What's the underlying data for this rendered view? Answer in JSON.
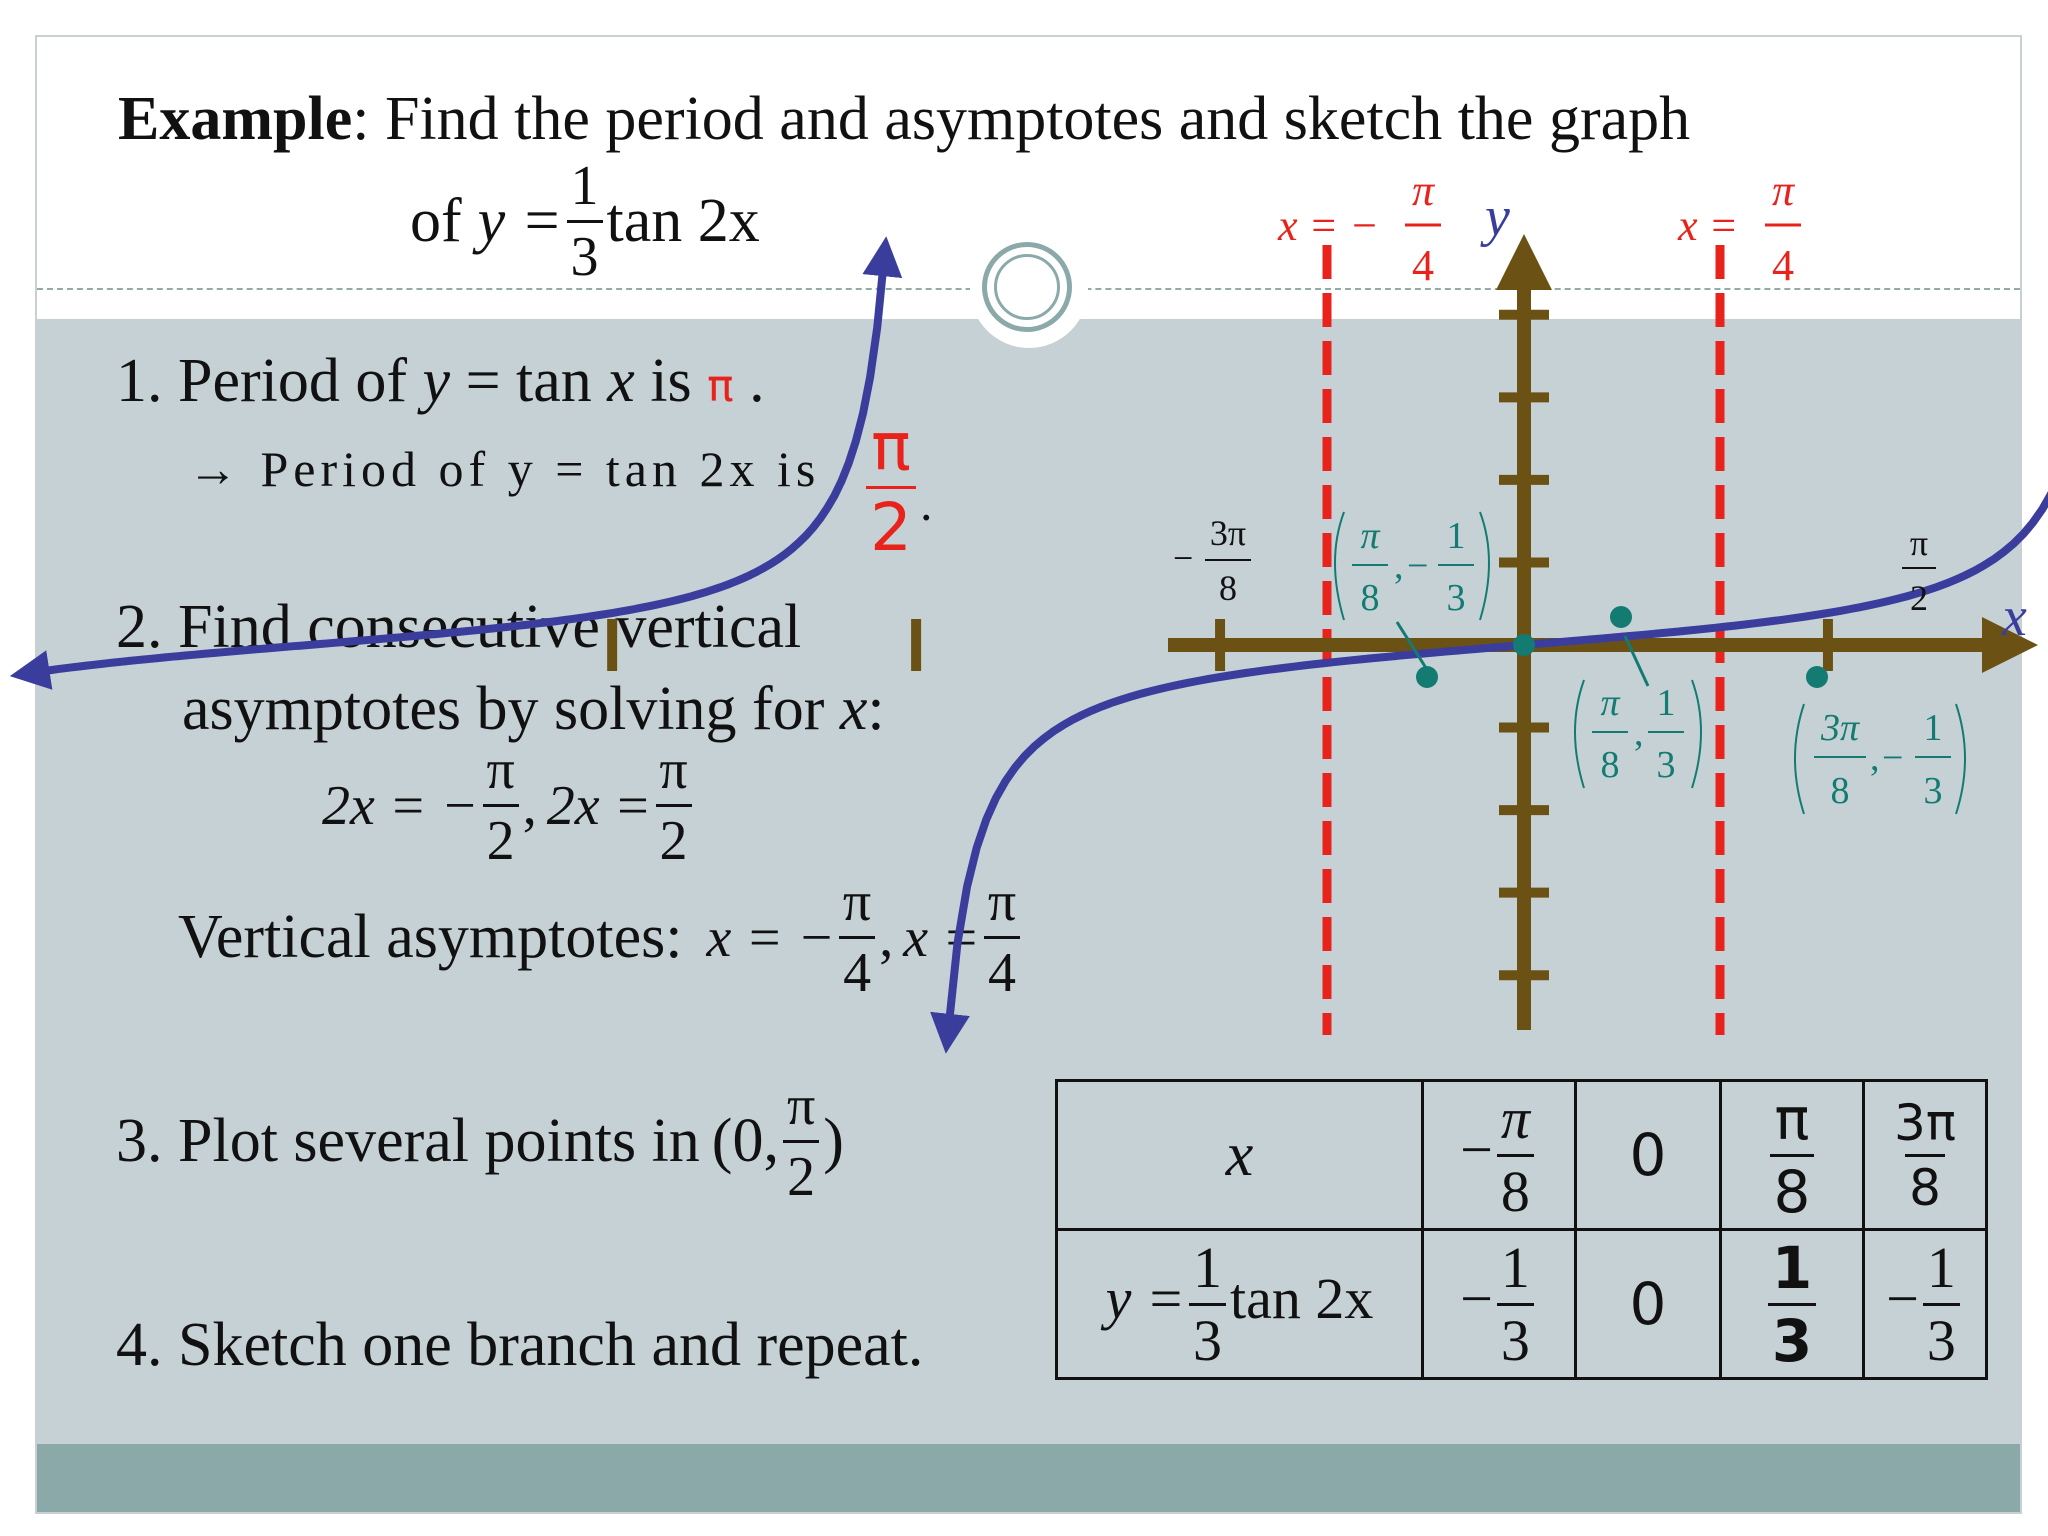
{
  "heading": {
    "bold": "Example",
    "rest": ": Find the period and asymptotes and sketch the graph",
    "of": "of",
    "eq_y": "y =",
    "eq_num": "1",
    "eq_den": "3",
    "eq_tail": "tan 2x"
  },
  "step1": {
    "text": "1. Period of",
    "y": "y",
    "mid": "= tan",
    "x": "x",
    "is": "is",
    "pi": "π",
    "dot": ".",
    "arrow_line": "→ Period of y = tan 2x is",
    "answer_num": "π",
    "answer_den": "2",
    "answer_dot": "."
  },
  "step2": {
    "line1": "2. Find consecutive vertical",
    "line2": "asymptotes by solving for",
    "line2_x": "x",
    "line2_colon": ":",
    "eq1_left": "2x = −",
    "eq_num": "π",
    "eq_den": "2",
    "eq_comma": ",",
    "eq2_left": "2x =",
    "asym_label": "Vertical asymptotes:",
    "asym_x1": "x = −",
    "asym_num": "π",
    "asym_den": "4",
    "asym_comma": ",",
    "asym_x2": "x ="
  },
  "step3": {
    "text": "3. Plot several points in",
    "open": "(0,",
    "num": "π",
    "den": "2",
    "close": ")"
  },
  "step4": {
    "text": "4. Sketch one branch and repeat."
  },
  "graph": {
    "asym_left_lhs": "x = −",
    "asym_right_lhs": "x =",
    "asym_num": "π",
    "asym_den": "4",
    "y_axis": "y",
    "x_axis": "x",
    "tick_left_sign": "−",
    "tick_left_num": "3π",
    "tick_left_den": "8",
    "tick_right_num": "π",
    "tick_right_den": "2",
    "pt1_num1": "π",
    "pt1_den1": "8",
    "pt1_sign": "−",
    "pt1_num2": "1",
    "pt1_den2": "3",
    "pt2_num1": "π",
    "pt2_den1": "8",
    "pt2_num2": "1",
    "pt2_den2": "3",
    "pt3_num1": "3π",
    "pt3_den1": "8",
    "pt3_sign": "−",
    "pt3_num2": "1",
    "pt3_den2": "3",
    "comma": ","
  },
  "table": {
    "x_header": "x",
    "y_header_left": "y =",
    "y_header_num": "1",
    "y_header_den": "3",
    "y_header_tail": "tan 2x",
    "x_vals": [
      {
        "sign": "−",
        "num": "π",
        "den": "8"
      },
      {
        "plain": "0"
      },
      {
        "num": "π",
        "den": "8"
      },
      {
        "num": "3π",
        "den": "8"
      }
    ],
    "y_vals": [
      {
        "sign": "−",
        "num": "1",
        "den": "3"
      },
      {
        "plain": "0"
      },
      {
        "num": "1",
        "den": "3"
      },
      {
        "sign": "−",
        "num": "1",
        "den": "3"
      }
    ]
  },
  "colors": {
    "curve": "#3b3d9c",
    "axis": "#6b5214",
    "asymptote": "#e8231c",
    "point": "#137b72",
    "content_bg": "#c6d1d6",
    "footer": "#8ba9a9"
  }
}
